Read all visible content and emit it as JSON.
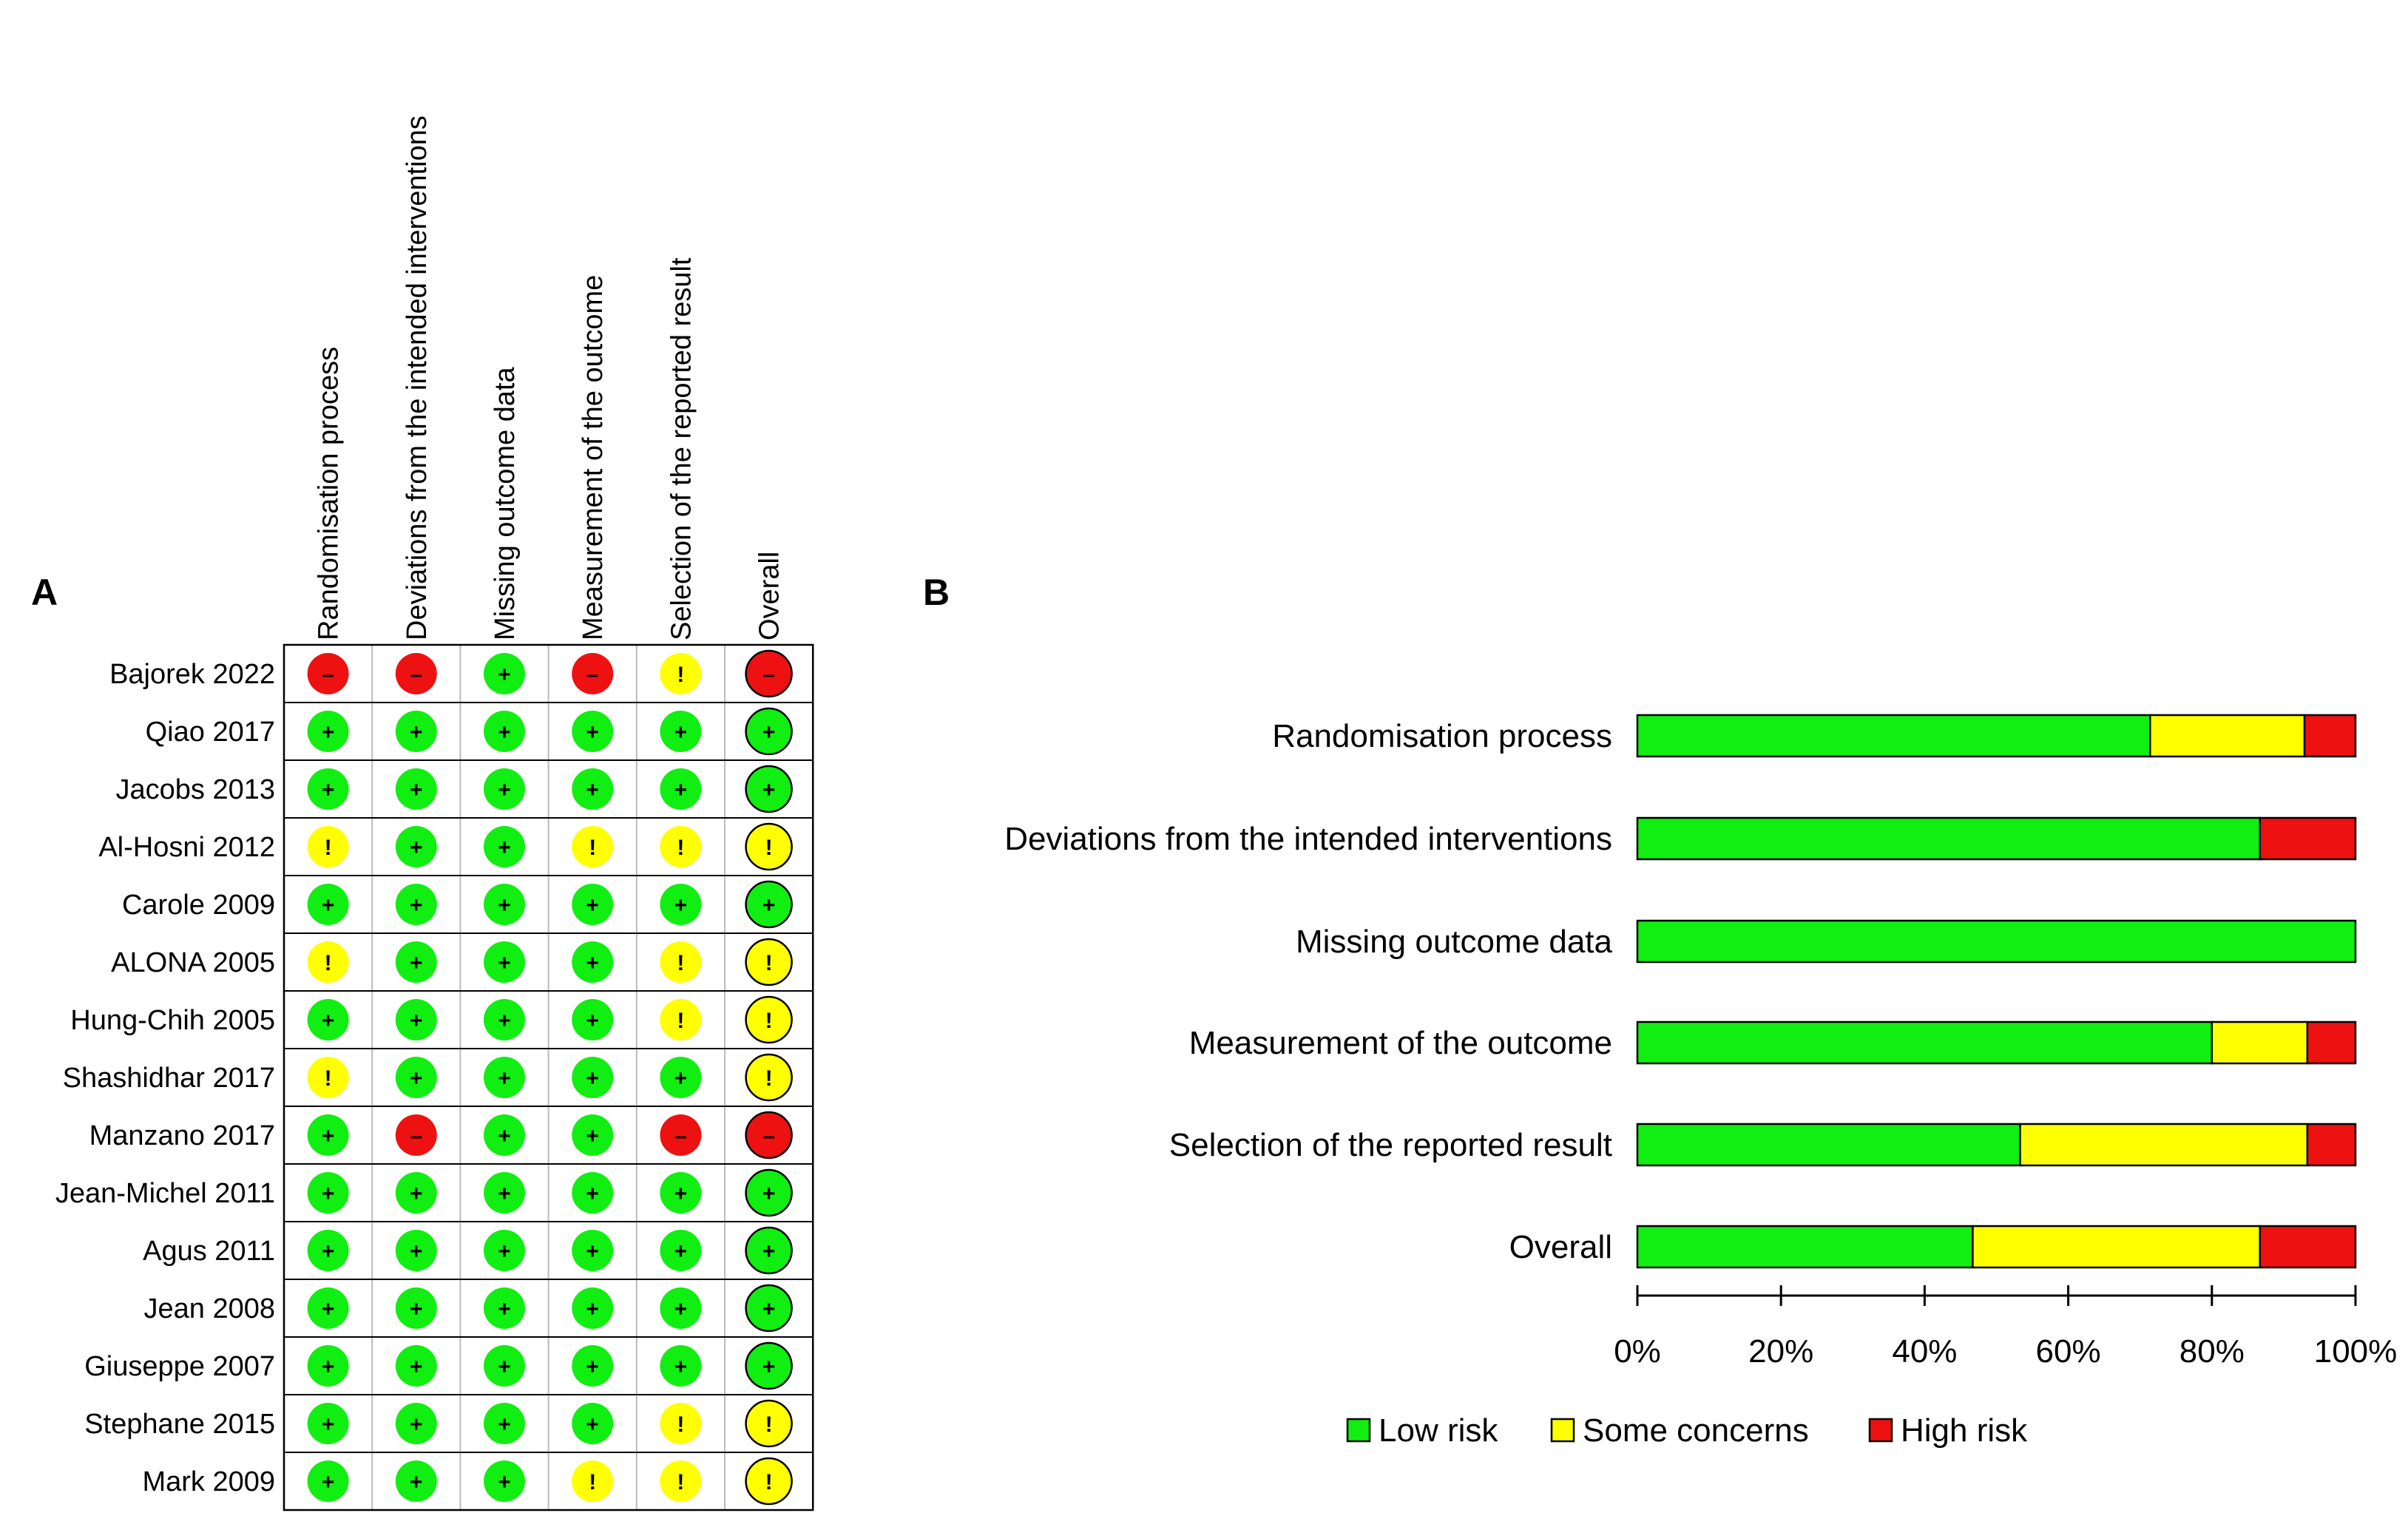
{
  "panels": {
    "a_label": "A",
    "b_label": "B"
  },
  "colors": {
    "low": "#11ee11",
    "some": "#ffff00",
    "high": "#ee1111"
  },
  "symbols": {
    "low": "+",
    "some": "!",
    "high": "–"
  },
  "chart_data": [
    {
      "type": "table",
      "columns": [
        "Randomisation process",
        "Deviations from the intended interventions",
        "Missing outcome data",
        "Measurement of the outcome",
        "Selection of the reported result",
        "Overall"
      ],
      "rows": [
        {
          "study": "Bajorek 2022",
          "ratings": [
            "high",
            "high",
            "low",
            "high",
            "some",
            "high"
          ]
        },
        {
          "study": "Qiao 2017",
          "ratings": [
            "low",
            "low",
            "low",
            "low",
            "low",
            "low"
          ]
        },
        {
          "study": "Jacobs 2013",
          "ratings": [
            "low",
            "low",
            "low",
            "low",
            "low",
            "low"
          ]
        },
        {
          "study": "Al-Hosni 2012",
          "ratings": [
            "some",
            "low",
            "low",
            "some",
            "some",
            "some"
          ]
        },
        {
          "study": "Carole 2009",
          "ratings": [
            "low",
            "low",
            "low",
            "low",
            "low",
            "low"
          ]
        },
        {
          "study": "ALONA 2005",
          "ratings": [
            "some",
            "low",
            "low",
            "low",
            "some",
            "some"
          ]
        },
        {
          "study": "Hung-Chih 2005",
          "ratings": [
            "low",
            "low",
            "low",
            "low",
            "some",
            "some"
          ]
        },
        {
          "study": "Shashidhar 2017",
          "ratings": [
            "some",
            "low",
            "low",
            "low",
            "low",
            "some"
          ]
        },
        {
          "study": "Manzano 2017",
          "ratings": [
            "low",
            "high",
            "low",
            "low",
            "high",
            "high"
          ]
        },
        {
          "study": "Jean-Michel 2011",
          "ratings": [
            "low",
            "low",
            "low",
            "low",
            "low",
            "low"
          ]
        },
        {
          "study": "Agus 2011",
          "ratings": [
            "low",
            "low",
            "low",
            "low",
            "low",
            "low"
          ]
        },
        {
          "study": "Jean 2008",
          "ratings": [
            "low",
            "low",
            "low",
            "low",
            "low",
            "low"
          ]
        },
        {
          "study": "Giuseppe 2007",
          "ratings": [
            "low",
            "low",
            "low",
            "low",
            "low",
            "low"
          ]
        },
        {
          "study": "Stephane 2015",
          "ratings": [
            "low",
            "low",
            "low",
            "low",
            "some",
            "some"
          ]
        },
        {
          "study": "Mark 2009",
          "ratings": [
            "low",
            "low",
            "low",
            "some",
            "some",
            "some"
          ]
        }
      ]
    },
    {
      "type": "bar",
      "stacked": true,
      "orientation": "horizontal",
      "categories": [
        "Randomisation process",
        "Deviations from the intended interventions",
        "Missing outcome data",
        "Measurement of the outcome",
        "Selection of the reported result",
        "Overall"
      ],
      "series": [
        {
          "name": "Low risk",
          "key": "low",
          "values": [
            71.4,
            86.7,
            100,
            80,
            53.3,
            46.7
          ]
        },
        {
          "name": "Some concerns",
          "key": "some",
          "values": [
            21.5,
            0,
            0,
            13.3,
            40,
            40
          ]
        },
        {
          "name": "High risk",
          "key": "high",
          "values": [
            7.1,
            13.3,
            0,
            6.7,
            6.7,
            13.3
          ]
        }
      ],
      "xticks": [
        "0%",
        "20%",
        "40%",
        "60%",
        "80%",
        "100%"
      ],
      "xlim": [
        0,
        100
      ],
      "legend_position": "bottom"
    }
  ]
}
